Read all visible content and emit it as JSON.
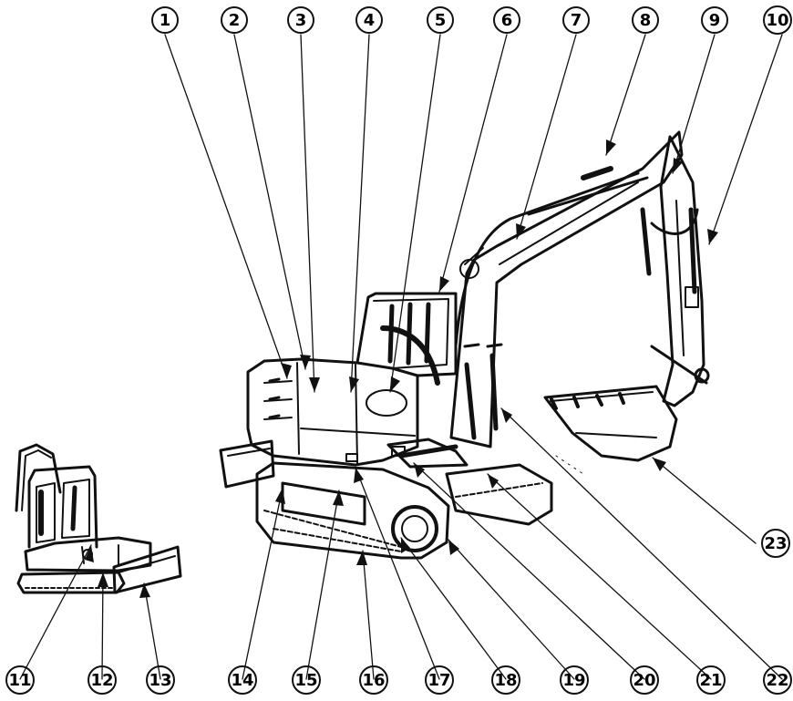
{
  "callouts": [
    {
      "number": "1"
    },
    {
      "number": "2"
    },
    {
      "number": "3"
    },
    {
      "number": "4"
    },
    {
      "number": "5"
    },
    {
      "number": "6"
    },
    {
      "number": "7"
    },
    {
      "number": "8"
    },
    {
      "number": "9"
    },
    {
      "number": "10"
    },
    {
      "number": "11"
    },
    {
      "number": "12"
    },
    {
      "number": "13"
    },
    {
      "number": "14"
    },
    {
      "number": "15"
    },
    {
      "number": "16"
    },
    {
      "number": "17"
    },
    {
      "number": "18"
    },
    {
      "number": "19"
    },
    {
      "number": "20"
    },
    {
      "number": "21"
    },
    {
      "number": "22"
    },
    {
      "number": "23"
    }
  ],
  "colors": {
    "ink": "#111111",
    "paper": "#ffffff"
  }
}
